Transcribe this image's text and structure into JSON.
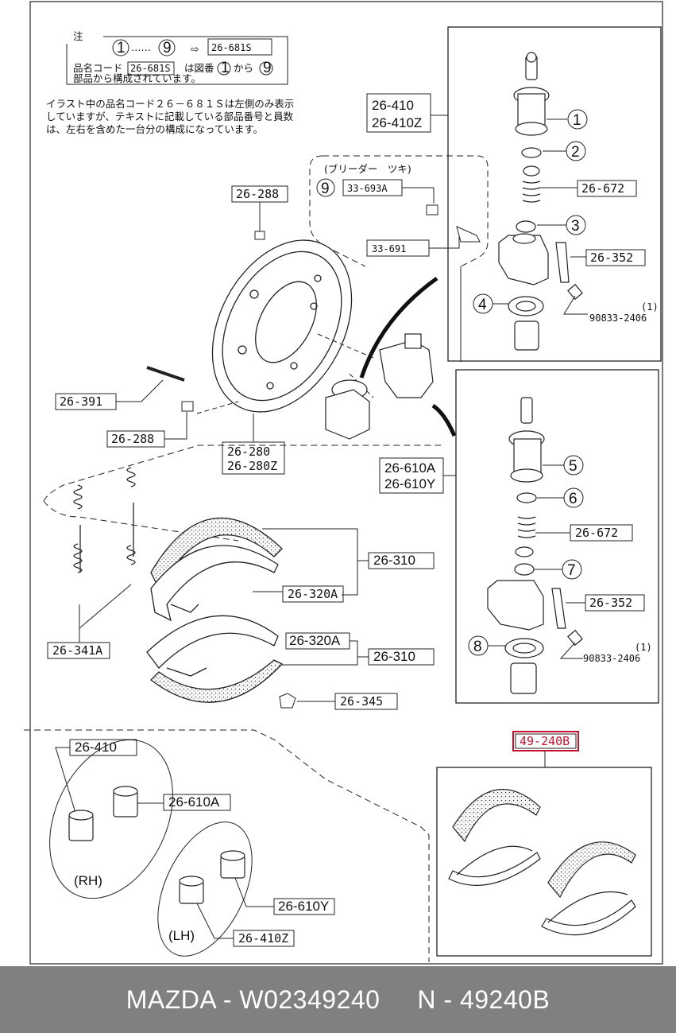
{
  "note": {
    "heading": "注",
    "range_start": "1",
    "range_dots": "……",
    "range_end": "9",
    "arrow": "⇨",
    "target_code": "26-681S",
    "line2_a": "品名コード",
    "line2_code": "26-681S",
    "line2_b": "は図番",
    "line2_c": "から",
    "line2_num1": "1",
    "line2_num2": "9",
    "line3": "部品から構成されています。",
    "para1": "イラスト中の品名コード２６－６８１Ｓは左側のみ表示",
    "para2": "していますが、テキストに記載している部品番号と員数",
    "para3": "は、左右を含めた一台分の構成になっています。"
  },
  "bleeder_label": "(ブリーダー　ツキ)",
  "labels": {
    "l26_410": "26-410",
    "l26_410z": "26-410Z",
    "l33_693a": "33-693A",
    "l33_691": "33-691",
    "l26_288_top": "26-288",
    "l26_391": "26-391",
    "l26_288_bottom": "26-288",
    "l26_280": "26-280",
    "l26_280z": "26-280Z",
    "l26_672_top": "26-672",
    "l26_352_top": "26-352",
    "l90833_top": "90833-2406",
    "l90833_top_qty": "(1)",
    "l26_610a": "26-610A",
    "l26_610y": "26-610Y",
    "l26_672_bottom": "26-672",
    "l26_352_bottom": "26-352",
    "l90833_bottom": "90833-2406",
    "l90833_bottom_qty": "(1)",
    "l26_310_top": "26-310",
    "l26_320a_top": "26-320A",
    "l26_320a_bottom": "26-320A",
    "l26_310_bottom": "26-310",
    "l26_341a": "26-341A",
    "l26_345": "26-345",
    "l49_240b": "49-240B",
    "k26_410": "26-410",
    "k26_610a": "26-610A",
    "k_rh": "(RH)",
    "k26_610y": "26-610Y",
    "k_lh": "(LH)",
    "k26_410z": "26-410Z"
  },
  "callouts": [
    "1",
    "2",
    "3",
    "4",
    "5",
    "6",
    "7",
    "8",
    "9"
  ],
  "footer": {
    "text": "MAZDA - W02349240     N - 49240B"
  },
  "colors": {
    "highlight": "#c8102e",
    "footer_bg": "#808080",
    "footer_text": "#ffffff"
  }
}
